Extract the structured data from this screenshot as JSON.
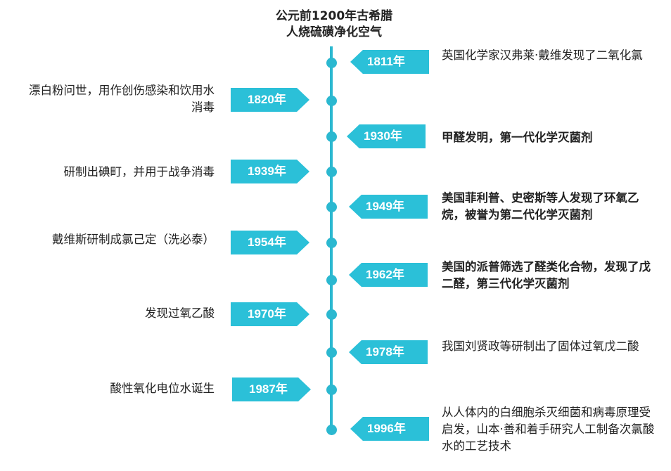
{
  "title_line1": "公元前1200年古希腊",
  "title_line2": "人烧硫磺净化空气",
  "accent_color": "#2bc0d8",
  "events": [
    {
      "year": "1811年",
      "side": "right",
      "bold": false,
      "text": "英国化学家汉弗莱·戴维发现了二氧化氯"
    },
    {
      "year": "1820年",
      "side": "left",
      "bold": false,
      "text": "漂白粉问世，用作创伤感染和饮用水消毒"
    },
    {
      "year": "1930年",
      "side": "right",
      "bold": true,
      "text": "甲醛发明，第一代化学灭菌剂"
    },
    {
      "year": "1939年",
      "side": "left",
      "bold": false,
      "text": "研制出碘町，并用于战争消毒"
    },
    {
      "year": "1949年",
      "side": "right",
      "bold": true,
      "text": "美国菲利普、史密斯等人发现了环氧乙烷，被誉为第二代化学灭菌剂"
    },
    {
      "year": "1954年",
      "side": "left",
      "bold": false,
      "text": "戴维斯研制成氯己定（洗必泰）"
    },
    {
      "year": "1962年",
      "side": "right",
      "bold": true,
      "text": "美国的派普筛选了醛类化合物，发现了戊二醛，第三代化学灭菌剂"
    },
    {
      "year": "1970年",
      "side": "left",
      "bold": false,
      "text": "发现过氧乙酸"
    },
    {
      "year": "1978年",
      "side": "right",
      "bold": false,
      "text": "我国刘贤政等研制出了固体过氧戊二酸"
    },
    {
      "year": "1987年",
      "side": "left",
      "bold": false,
      "text": "酸性氧化电位水诞生"
    },
    {
      "year": "1996年",
      "side": "right",
      "bold": false,
      "text": "从人体内的白细胞杀灭细菌和病毒原理受启发，山本·善和着手研究人工制备次氯酸水的工艺技术"
    }
  ]
}
